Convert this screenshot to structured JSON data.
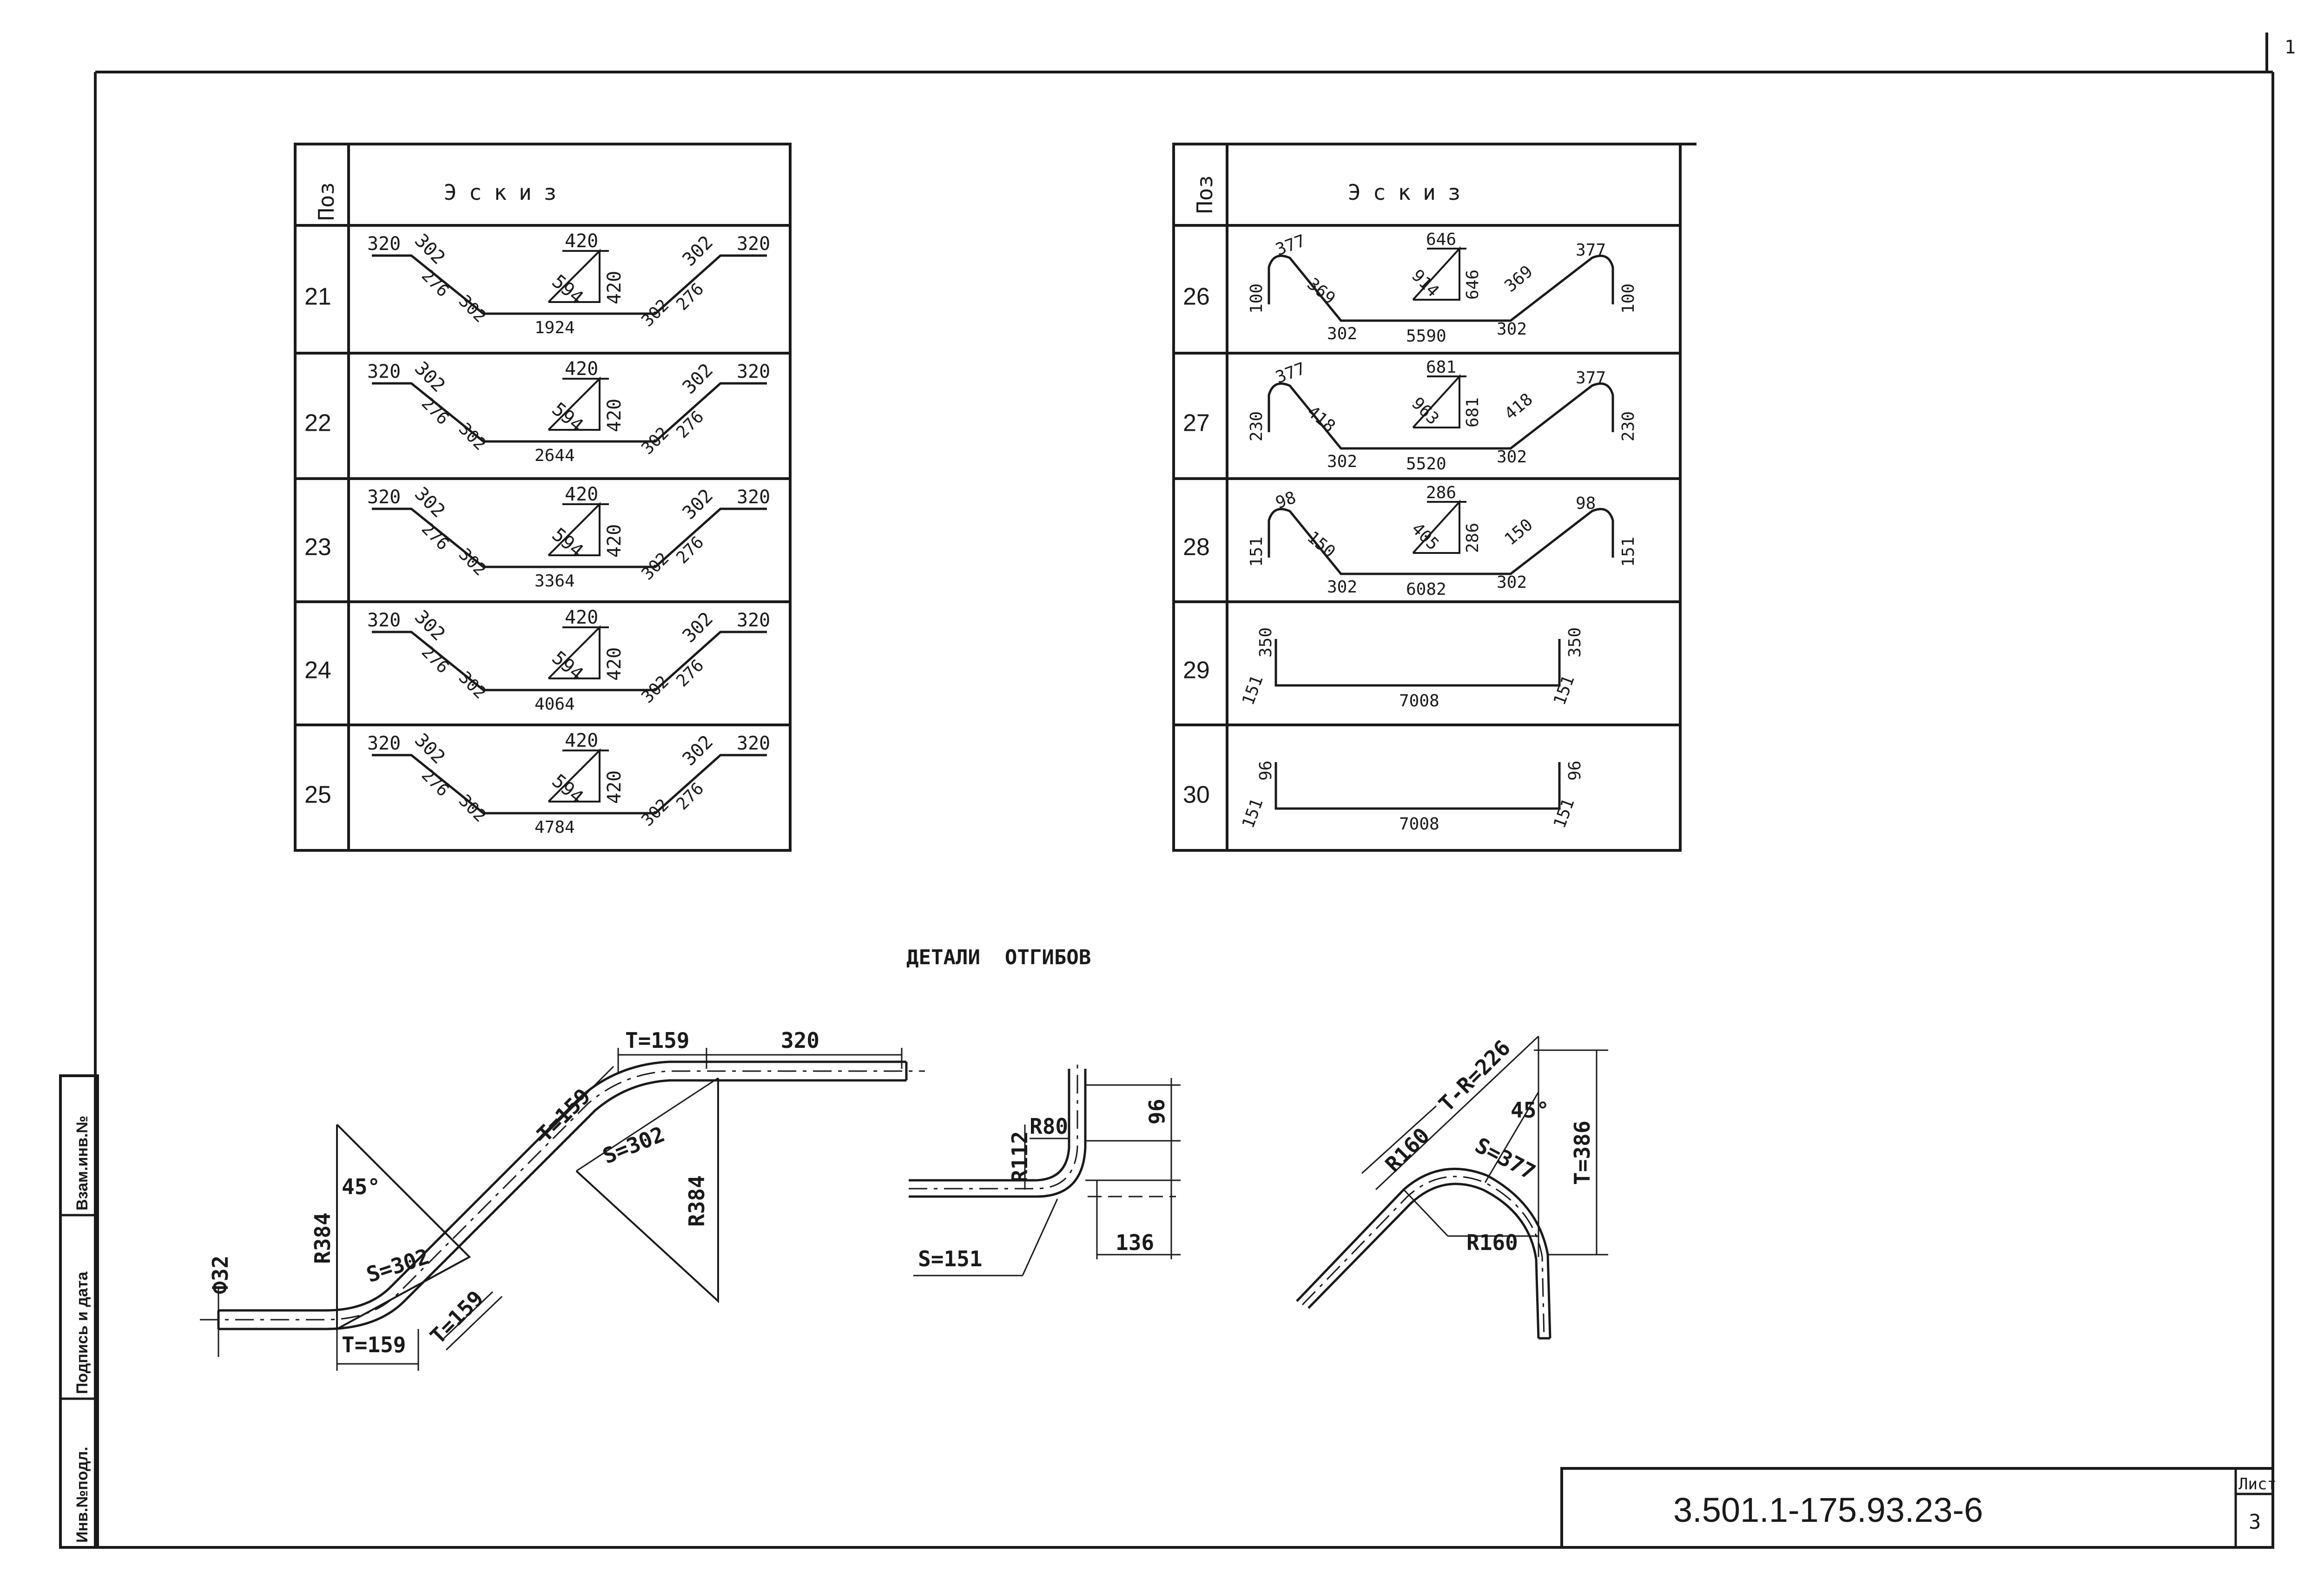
{
  "sheet": {
    "corner_number": "1",
    "doc_code": "3.501.1-175.93.23-6",
    "sheet_label": "Лист",
    "sheet_number": "3",
    "side_stamp": [
      "Инв.№подл.",
      "Подпись и дата",
      "Взам.инв.№"
    ]
  },
  "left_table": {
    "col_pos": "Поз",
    "col_sketch": "Эскиз",
    "rows": [
      {
        "pos": "21",
        "end": "320",
        "slope": "302",
        "leg": "276",
        "tri_h": "420",
        "tri_v": "420",
        "tri_d": "594",
        "bottom": "1924"
      },
      {
        "pos": "22",
        "end": "320",
        "slope": "302",
        "leg": "276",
        "tri_h": "420",
        "tri_v": "420",
        "tri_d": "594",
        "bottom": "2644"
      },
      {
        "pos": "23",
        "end": "320",
        "slope": "302",
        "leg": "276",
        "tri_h": "420",
        "tri_v": "420",
        "tri_d": "594",
        "bottom": "3364"
      },
      {
        "pos": "24",
        "end": "320",
        "slope": "302",
        "leg": "276",
        "tri_h": "420",
        "tri_v": "420",
        "tri_d": "594",
        "bottom": "4064"
      },
      {
        "pos": "25",
        "end": "320",
        "slope": "302",
        "leg": "276",
        "tri_h": "420",
        "tri_v": "420",
        "tri_d": "594",
        "bottom": "4784"
      }
    ]
  },
  "right_table": {
    "col_pos": "Поз",
    "col_sketch": "Эскиз",
    "rows": [
      {
        "pos": "26",
        "hook": "100",
        "arc": "377",
        "slope": "369",
        "low": "302",
        "tri_h": "646",
        "tri_v": "646",
        "tri_d": "914",
        "bottom": "5590"
      },
      {
        "pos": "27",
        "hook": "230",
        "arc": "377",
        "slope": "418",
        "low": "302",
        "tri_h": "681",
        "tri_v": "681",
        "tri_d": "963",
        "bottom": "5520"
      },
      {
        "pos": "28",
        "hook": "151",
        "arc": "98",
        "slope": "150",
        "low": "302",
        "tri_h": "286",
        "tri_v": "286",
        "tri_d": "405",
        "bottom": "6082"
      },
      {
        "pos": "29",
        "hook": "350",
        "foot": "151",
        "bottom": "7008"
      },
      {
        "pos": "30",
        "hook": "96",
        "foot": "151",
        "bottom": "7008"
      }
    ]
  },
  "details": {
    "title": "ДЕТАЛИ  ОТГИБОВ",
    "left": {
      "dia": "Ф32",
      "r_left": "R384",
      "angle": "45°",
      "s1": "S=302",
      "t1": "T=159",
      "t2": "T=159",
      "t3": "T=159",
      "t4": "T=159",
      "s2": "S=302",
      "r_right": "R384",
      "len": "320"
    },
    "middle": {
      "r_out": "R80",
      "r_in": "R112",
      "s": "S=151",
      "h_top": "96",
      "h_bot": "136"
    },
    "right": {
      "r1": "R160",
      "tr": "T-R=226",
      "angle": "45°",
      "s": "S=377",
      "t": "T=386",
      "r2": "R160"
    }
  }
}
